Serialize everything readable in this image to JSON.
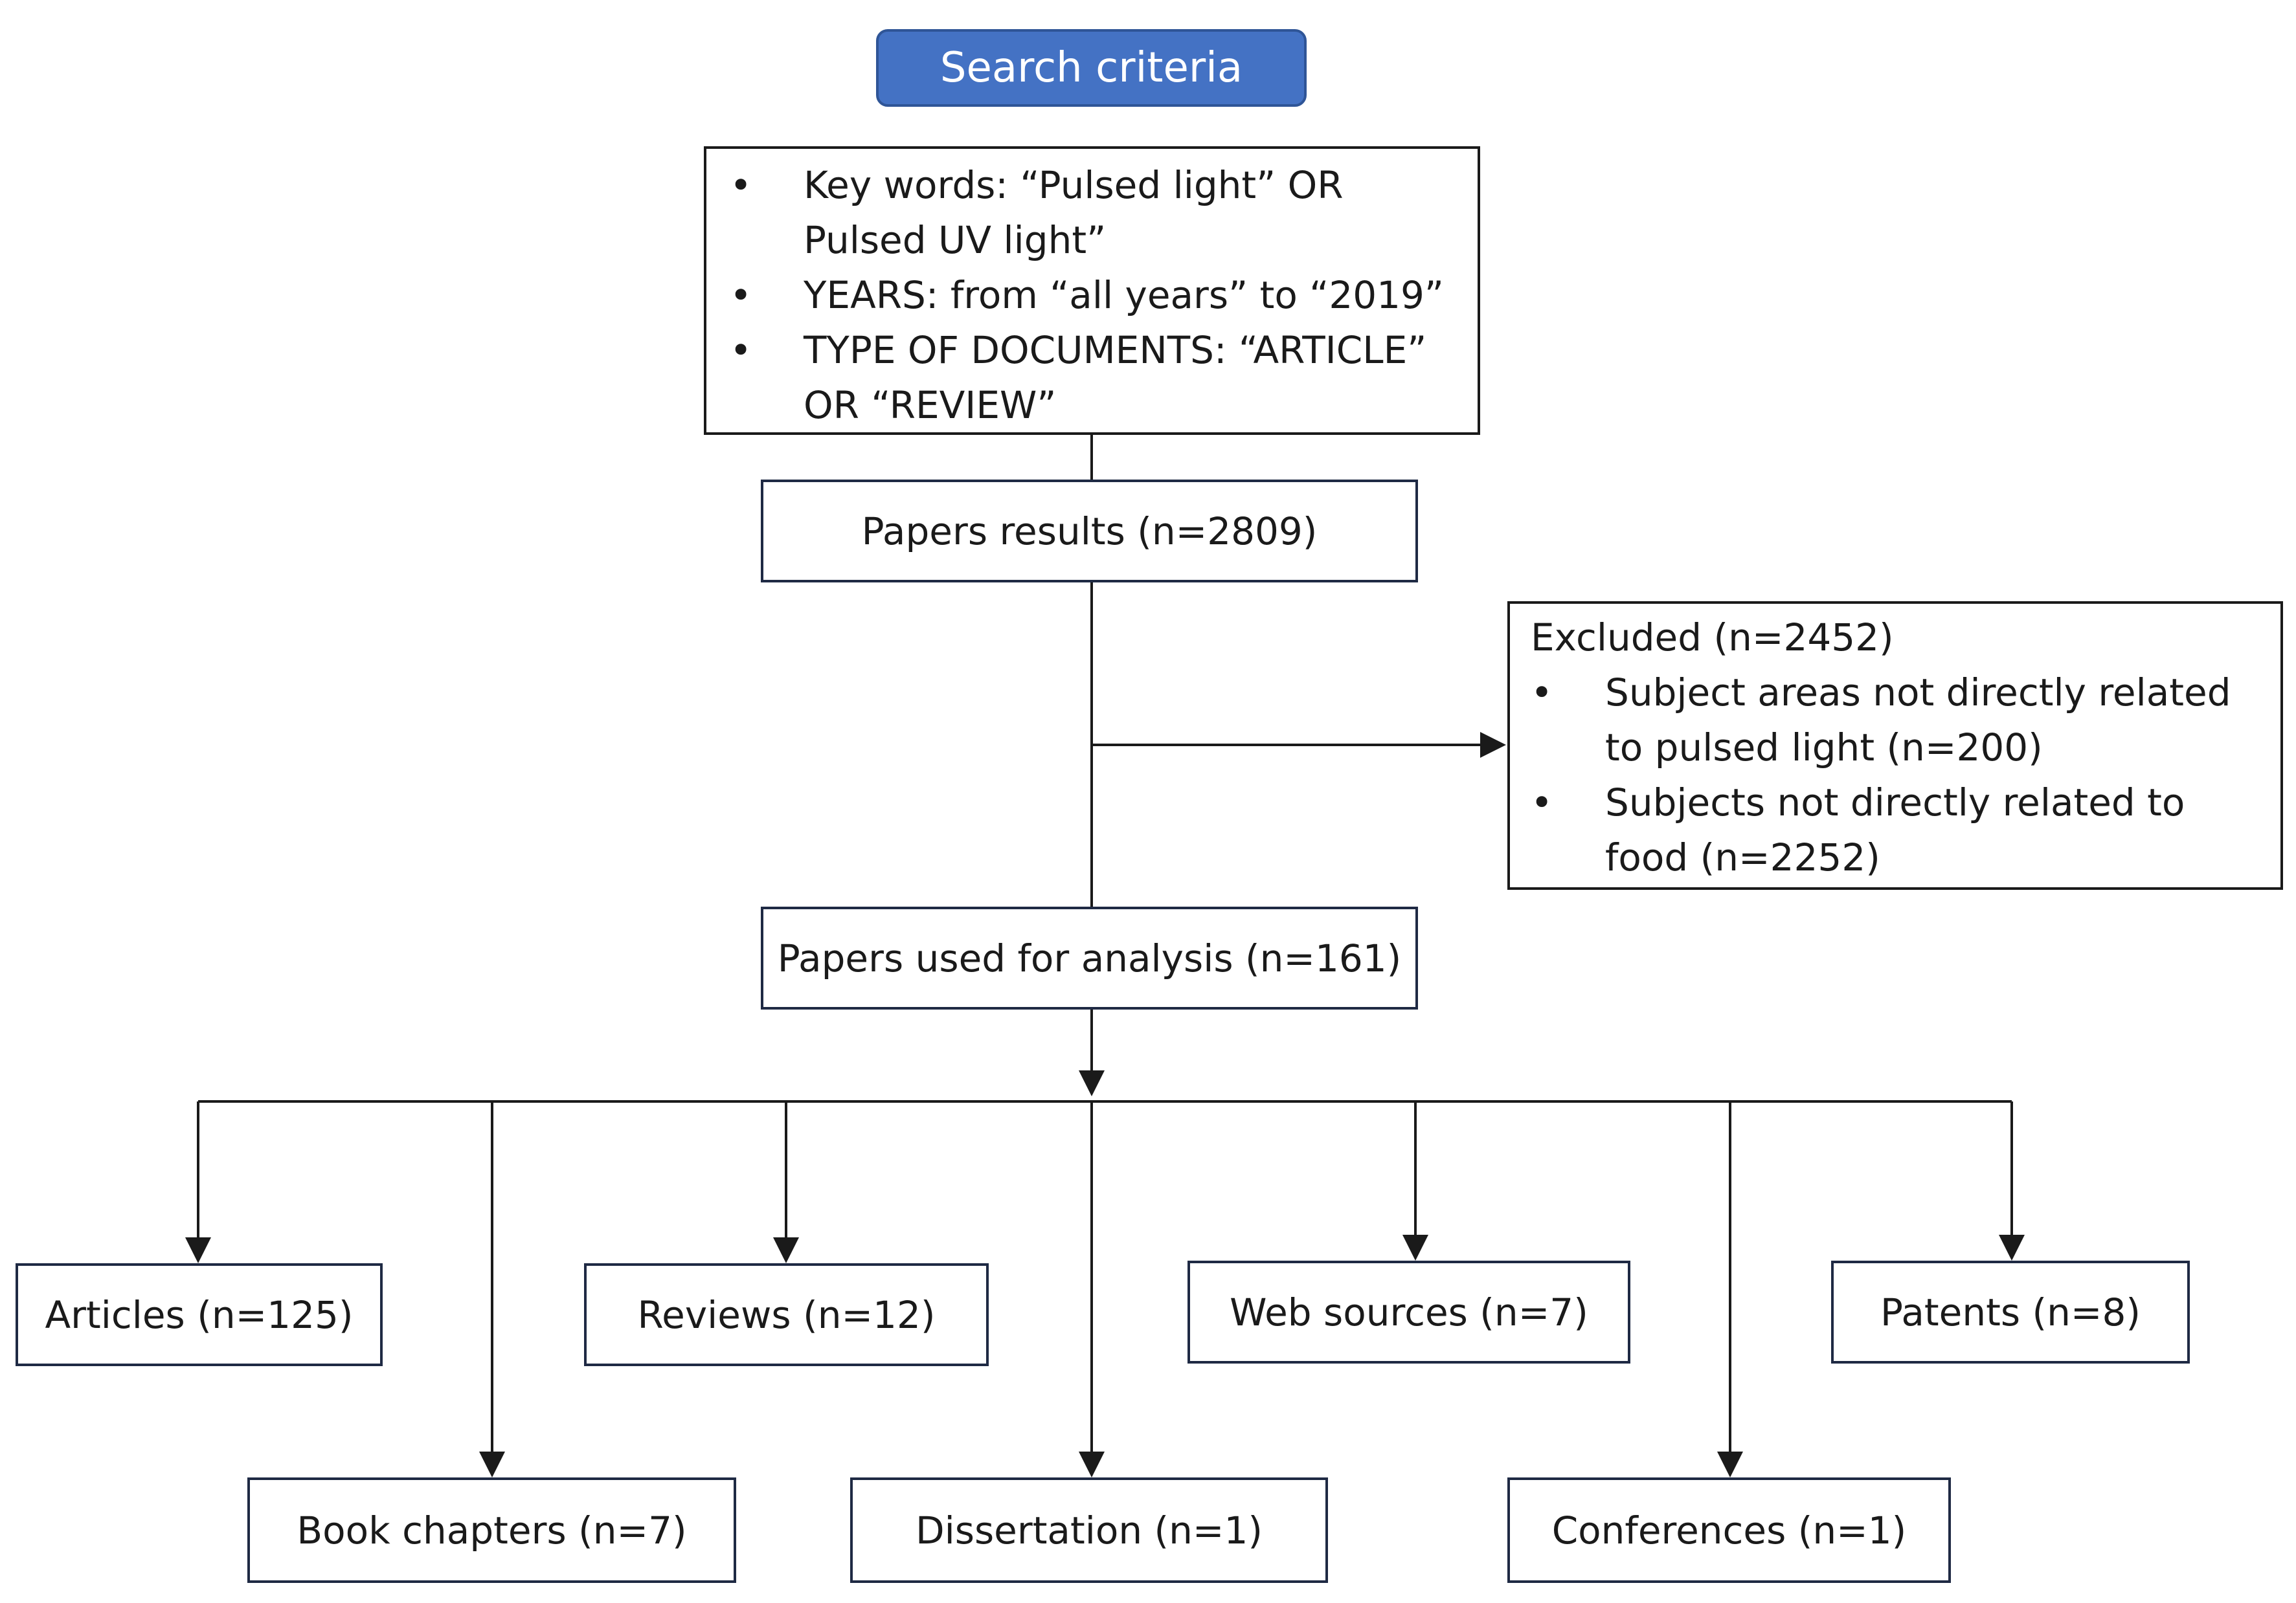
{
  "header": {
    "title": "Search criteria"
  },
  "criteria": {
    "items": [
      "Key words: “Pulsed light” OR Pulsed UV light”",
      "YEARS: from “all years” to “2019”",
      "TYPE OF DOCUMENTS: “ARTICLE” OR “REVIEW”"
    ]
  },
  "flow": {
    "papers_results": "Papers results (n=2809)",
    "papers_used": "Papers used for analysis (n=161)"
  },
  "excluded": {
    "title": "Excluded (n=2452)",
    "items": [
      "Subject areas not directly related to pulsed light (n=200)",
      "Subjects not directly related to food (n=2252)"
    ]
  },
  "categories": {
    "articles": "Articles (n=125)",
    "reviews": "Reviews (n=12)",
    "web_sources": "Web sources (n=7)",
    "patents": "Patents (n=8)",
    "book_chapters": "Book chapters (n=7)",
    "dissertation": "Dissertation (n=1)",
    "conferences": "Conferences (n=1)"
  },
  "colors": {
    "header_fill": "#4472c4",
    "header_border": "#2f5597",
    "box_border": "#1f2a44",
    "line": "#1a1a1a"
  }
}
